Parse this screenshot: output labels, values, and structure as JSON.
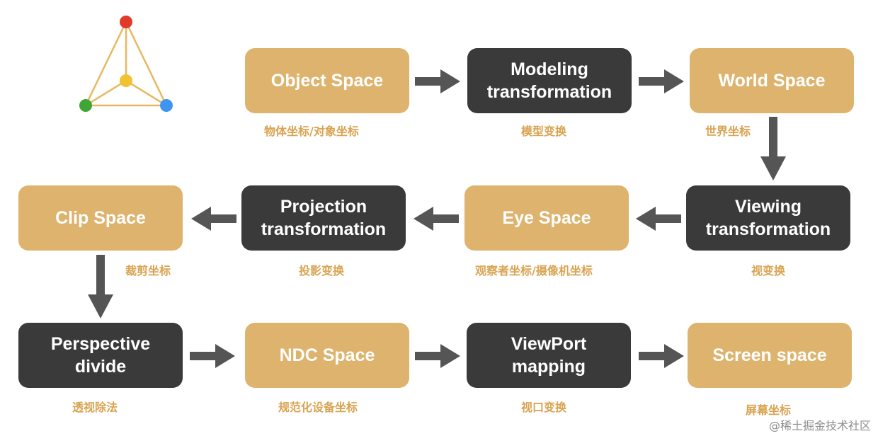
{
  "colors": {
    "gold": "#DDB36E",
    "dark": "#3A3A3A",
    "caption": "#D9A351",
    "arrow": "#555555"
  },
  "nodes": {
    "object_space": {
      "label": "Object Space",
      "caption": "物体坐标/对象坐标"
    },
    "modeling": {
      "label": "Modeling\ntransformation",
      "caption": "模型变换"
    },
    "world_space": {
      "label": "World Space",
      "caption": "世界坐标"
    },
    "viewing": {
      "label": "Viewing\ntransformation",
      "caption": "视变换"
    },
    "eye_space": {
      "label": "Eye Space",
      "caption": "观察者坐标/摄像机坐标"
    },
    "projection": {
      "label": "Projection\ntransformation",
      "caption": "投影变换"
    },
    "clip_space": {
      "label": "Clip Space",
      "caption": "裁剪坐标"
    },
    "perspective": {
      "label": "Perspective\ndivide",
      "caption": "透视除法"
    },
    "ndc_space": {
      "label": "NDC Space",
      "caption": "规范化设备坐标"
    },
    "viewport": {
      "label": "ViewPort\nmapping",
      "caption": "视口变换"
    },
    "screen_space": {
      "label": "Screen space",
      "caption": "屏幕坐标"
    }
  },
  "footer": "@稀土掘金技术社区"
}
